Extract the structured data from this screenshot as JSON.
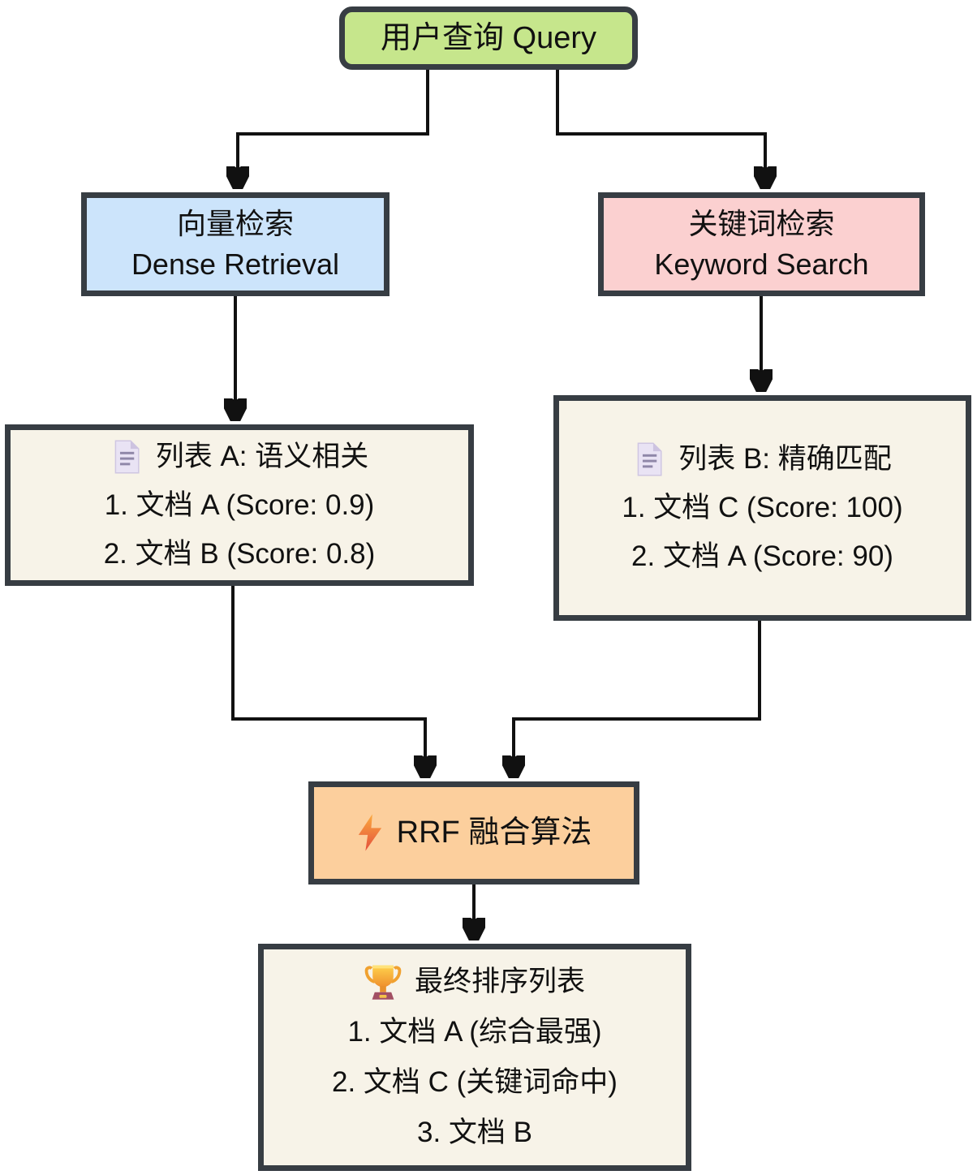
{
  "diagram": {
    "type": "flowchart",
    "direction": "top-down",
    "colors": {
      "node_border": "#373d43",
      "edge_line": "#111111",
      "query_fill": "#c6e68c",
      "dense_fill": "#cce4fb",
      "keyword_fill": "#fbd0d0",
      "list_fill": "#f7f3e8",
      "rrf_fill": "#fccf9d",
      "text": "#111111"
    },
    "nodes": {
      "query": {
        "label": "用户查询 Query"
      },
      "dense": {
        "line1": "向量检索",
        "line2": "Dense Retrieval"
      },
      "keyword": {
        "line1": "关键词检索",
        "line2": "Keyword Search"
      },
      "list_a": {
        "icon": "document-icon",
        "title": "列表 A: 语义相关",
        "items": [
          "1. 文档 A (Score: 0.9)",
          "2. 文档 B (Score: 0.8)"
        ]
      },
      "list_b": {
        "icon": "document-icon",
        "title": "列表 B: 精确匹配",
        "items": [
          "1. 文档 C (Score: 100)",
          "2. 文档 A (Score: 90)"
        ]
      },
      "rrf": {
        "icon": "lightning-icon",
        "label": "RRF 融合算法"
      },
      "final": {
        "icon": "trophy-icon",
        "title": "最终排序列表",
        "items": [
          "1. 文档 A (综合最强)",
          "2. 文档 C (关键词命中)",
          "3. 文档 B"
        ]
      }
    },
    "edges": [
      {
        "from": "query",
        "to": "dense"
      },
      {
        "from": "query",
        "to": "keyword"
      },
      {
        "from": "dense",
        "to": "list_a"
      },
      {
        "from": "keyword",
        "to": "list_b"
      },
      {
        "from": "list_a",
        "to": "rrf"
      },
      {
        "from": "list_b",
        "to": "rrf"
      },
      {
        "from": "rrf",
        "to": "final"
      }
    ]
  }
}
